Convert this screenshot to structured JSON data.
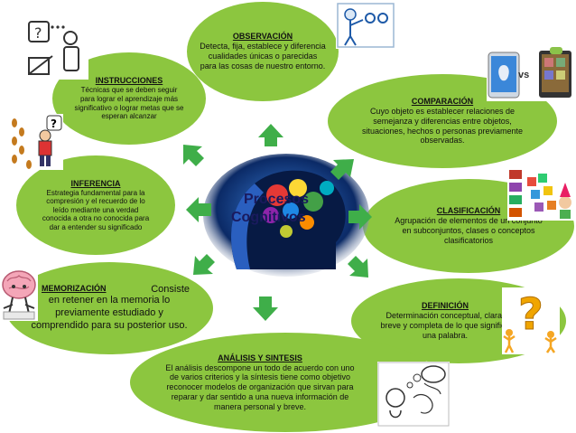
{
  "center": {
    "line1": "Procesos",
    "line2": "Cognitivos"
  },
  "nodes": {
    "observacion": {
      "title": "OBSERVACIÓN",
      "text": "Detecta, fija, establece y diferencia cualidades únicas o parecidas para las cosas de nuestro entorno."
    },
    "instrucciones": {
      "title": "INSTRUCCIONES",
      "text": "Técnicas que se deben seguir para lograr el aprendizaje más significativo o lograr metas que se esperan alcanzar"
    },
    "comparacion": {
      "title": "COMPARACIÓN",
      "text": "Cuyo objeto es establecer relaciones de semejanza y diferencias entre objetos, situaciones, hechos o personas previamente observadas."
    },
    "inferencia": {
      "title": "INFERENCIA",
      "text": "Estrategia fundamental para la compresión y el recuerdo de lo leído mediante una verdad conocida a otra no conocida para dar a entender su significado"
    },
    "clasificacion": {
      "title": "CLASIFICACIÓN",
      "text": "Agrupación de elementos de un conjunto en subconjuntos, clases o conceptos clasificatorios"
    },
    "memorizacion": {
      "title": "MEMORIZACIÓN",
      "text_inline": "Consiste",
      "text": "en retener en la memoria lo previamente estudiado y comprendido para su posterior uso."
    },
    "definicion": {
      "title": "DEFINICIÓN",
      "text": "Determinación conceptual, clara, breve y completa de lo que significa una palabra."
    },
    "analisis": {
      "title": "ANÁLISIS Y SINTESIS",
      "text": "El análisis descompone un todo de acuerdo con uno de varios criterios y la síntesis tiene como objetivo reconocer modelos de organización que sirvan para reparar y dar sentido a una nueva información de manera personal y breve."
    }
  },
  "vs_label": "vs",
  "colors": {
    "ellipse": "#8cc63f",
    "arrow": "#3fae49",
    "center_text": "#1a1a5e"
  },
  "icons": [
    "question-person-icon",
    "observer-icon",
    "apple-vs-android-icon",
    "footprints-person-icon",
    "colored-blocks-icon",
    "brain-icon",
    "question-figures-icon",
    "thinking-icon",
    "brain-gears-icon"
  ]
}
